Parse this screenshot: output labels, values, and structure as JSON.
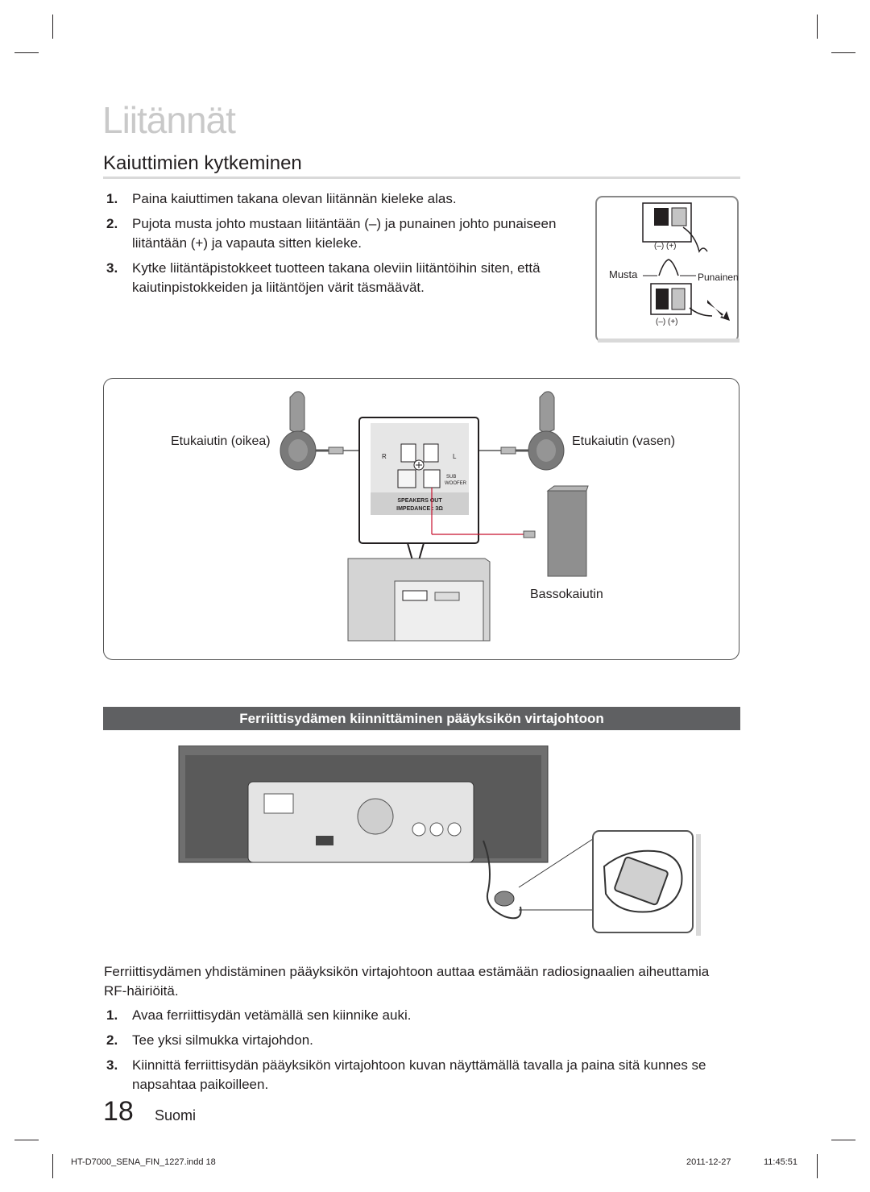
{
  "chapter_title": "Liitännät",
  "section_title": "Kaiuttimien kytkeminen",
  "steps_top": [
    {
      "num": "1.",
      "text": "Paina kaiuttimen takana olevan liitännän kieleke alas."
    },
    {
      "num": "2.",
      "text": "Pujota musta johto mustaan liitäntään (–) ja punainen johto punaiseen liitäntään (+) ja vapauta sitten kieleke."
    },
    {
      "num": "3.",
      "text": "Kytke liitäntäpistokkeet tuotteen takana oleviin liitäntöihin siten, että kaiutinpistokkeiden ja liitäntöjen värit täsmäävät."
    }
  ],
  "terminal_figure": {
    "polarity_top": "(–) (+)",
    "polarity_bottom": "(–) (+)",
    "black_label": "Musta",
    "red_label": "Punainen"
  },
  "speaker_diagram": {
    "front_right": "Etukaiutin (oikea)",
    "front_left": "Etukaiutin (vasen)",
    "subwoofer": "Bassokaiutin",
    "panel_label_line1": "SPEAKERS OUT",
    "panel_label_line2": "IMPEDANCE : 3Ω",
    "panel_sub_label1": "SUB",
    "panel_sub_label2": "WOOFER",
    "panel_r": "R",
    "panel_l": "L"
  },
  "ferrite_heading": "Ferriittisydämen kiinnittäminen pääyksikön virtajohtoon",
  "ferrite_intro": "Ferriittisydämen yhdistäminen pääyksikön virtajohtoon auttaa estämään radiosignaalien aiheuttamia RF-häiriöitä.",
  "steps_bottom": [
    {
      "num": "1.",
      "text": "Avaa ferriittisydän vetämällä sen kiinnike auki."
    },
    {
      "num": "2.",
      "text": "Tee yksi silmukka virtajohdon."
    },
    {
      "num": "3.",
      "text": "Kiinnittä ferriittisydän pääyksikön virtajohtoon kuvan näyttämällä tavalla ja paina sitä kunnes se napsahtaa paikoilleen."
    }
  ],
  "page_number": "18",
  "page_language": "Suomi",
  "footer": {
    "file": "HT-D7000_SENA_FIN_1227.indd   18",
    "date": "2011-12-27",
    "time": "11:45:51"
  },
  "colors": {
    "chapter_gray": "#c9c9c9",
    "subhead_bg": "#5f6062",
    "text": "#231f20",
    "wire_red": "#c8102e"
  }
}
